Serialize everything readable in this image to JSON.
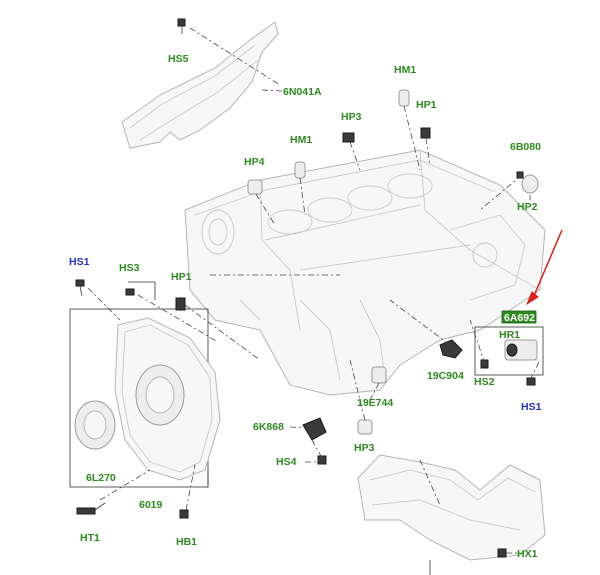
{
  "colors": {
    "callout_green": "#2d8a1e",
    "callout_blue": "#1f2fd6",
    "arrow_red": "#d9221a",
    "highlight_box": "#2d8a1e"
  },
  "callouts": [
    {
      "id": "hs5",
      "text": "HS5",
      "color": "green"
    },
    {
      "id": "6n041a",
      "text": "6N041A",
      "color": "green"
    },
    {
      "id": "hm1-top",
      "text": "HM1",
      "color": "green"
    },
    {
      "id": "hp3-top",
      "text": "HP3",
      "color": "green"
    },
    {
      "id": "hp1-top",
      "text": "HP1",
      "color": "green"
    },
    {
      "id": "hm1-mid",
      "text": "HM1",
      "color": "green"
    },
    {
      "id": "hp4",
      "text": "HP4",
      "color": "green"
    },
    {
      "id": "6b080",
      "text": "6B080",
      "color": "green"
    },
    {
      "id": "hp2",
      "text": "HP2",
      "color": "green"
    },
    {
      "id": "hs1-left",
      "text": "HS1",
      "color": "blue"
    },
    {
      "id": "hs3",
      "text": "HS3",
      "color": "green"
    },
    {
      "id": "hp1-left",
      "text": "HP1",
      "color": "green"
    },
    {
      "id": "hr1",
      "text": "HR1",
      "color": "green"
    },
    {
      "id": "19c904",
      "text": "19C904",
      "color": "green"
    },
    {
      "id": "hs2",
      "text": "HS2",
      "color": "green"
    },
    {
      "id": "hs1-right",
      "text": "HS1",
      "color": "blue"
    },
    {
      "id": "19e744",
      "text": "19E744",
      "color": "green"
    },
    {
      "id": "6k868",
      "text": "6K868",
      "color": "green"
    },
    {
      "id": "hp3-bottom",
      "text": "HP3",
      "color": "green"
    },
    {
      "id": "hs4",
      "text": "HS4",
      "color": "green"
    },
    {
      "id": "6l270",
      "text": "6L270",
      "color": "green"
    },
    {
      "id": "6019",
      "text": "6019",
      "color": "green"
    },
    {
      "id": "ht1",
      "text": "HT1",
      "color": "green"
    },
    {
      "id": "hb1",
      "text": "HB1",
      "color": "green"
    },
    {
      "id": "hx1",
      "text": "HX1",
      "color": "green"
    }
  ],
  "highlighted_part": {
    "text": "6A692"
  }
}
